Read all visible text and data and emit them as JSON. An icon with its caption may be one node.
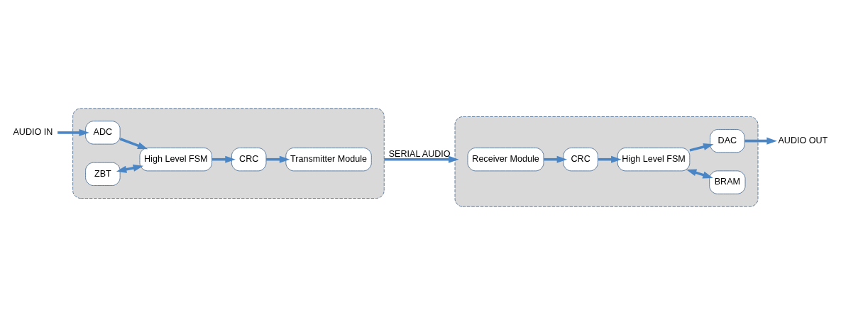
{
  "diagram": {
    "nodes": [
      {
        "text": [],
        "shape": "box"
      },
      {
        "text": [
          "AUDIO IN"
        ]
      },
      {
        "text": [
          "ADC"
        ],
        "in": 0
      },
      {
        "text": [
          "ZBT"
        ],
        "in": 0
      },
      {
        "text": [
          "High Level FSM"
        ],
        "in": 0
      },
      {
        "text": [
          "CRC"
        ],
        "in": 0
      },
      {
        "text": [
          "Transmitter Module"
        ],
        "in": 0
      },
      {
        "text": [],
        "shape": "box"
      },
      {
        "text": [
          "Receiver Module"
        ],
        "in": 7
      },
      {
        "text": [
          "CRC"
        ],
        "in": 7
      },
      {
        "text": [
          "High Level FSM"
        ],
        "in": 7
      },
      {
        "text": [
          "BRAM"
        ],
        "in": 7
      },
      {
        "text": [
          "DAC"
        ],
        "in": 7
      },
      {
        "text": [
          "AUDIO OUT"
        ]
      }
    ],
    "edges": [
      {
        "from": 1,
        "to": 2,
        "arrow": "to"
      },
      {
        "from": 2,
        "to": 4,
        "arrow": "to"
      },
      {
        "from": 3,
        "to": 4,
        "arrow": "both"
      },
      {
        "from": 4,
        "to": 5,
        "arrow": "to"
      },
      {
        "from": 5,
        "to": 6,
        "arrow": "to"
      },
      {
        "from": 0,
        "to": 7,
        "arrow": "to",
        "label": "SERIAL AUDIO"
      },
      {
        "from": 8,
        "to": 9,
        "arrow": "to"
      },
      {
        "from": 9,
        "to": 10,
        "arrow": "to"
      },
      {
        "from": 10,
        "to": 11,
        "arrow": "both"
      },
      {
        "from": 10,
        "to": 12,
        "arrow": "to"
      },
      {
        "from": 12,
        "to": 13,
        "arrow": "to"
      }
    ]
  }
}
